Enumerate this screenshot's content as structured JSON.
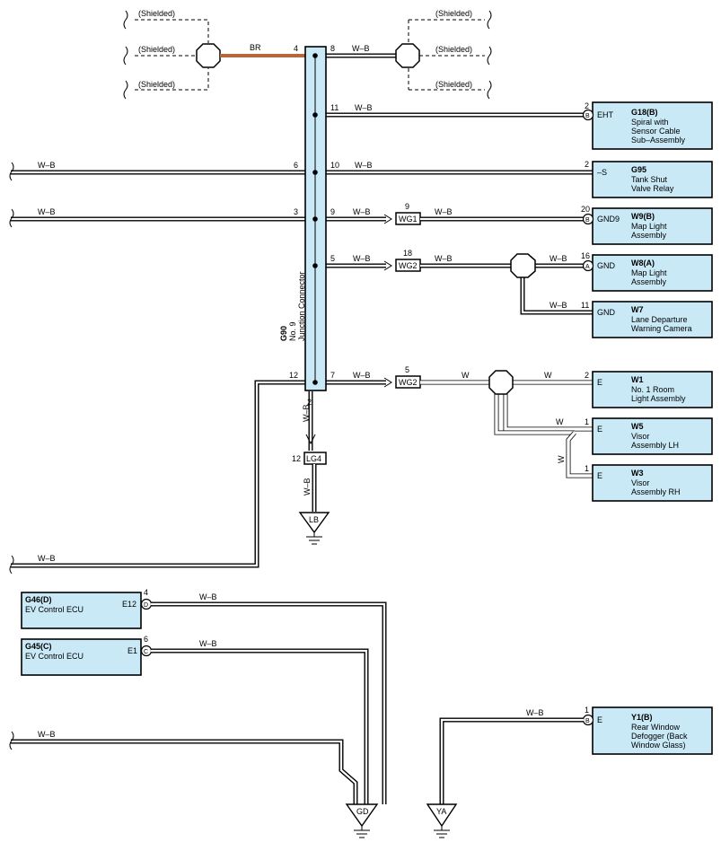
{
  "shielded_label": "(Shielded)",
  "junction": {
    "code": "G90",
    "name": "No. 9",
    "desc": "Junction Connector"
  },
  "wires": {
    "br": "BR",
    "wb": "W–B",
    "w": "W"
  },
  "pins": {
    "p4": "4",
    "p8": "8",
    "p11": "11",
    "p6": "6",
    "p10": "10",
    "p3": "3",
    "p9": "9",
    "p5": "5",
    "p12": "12",
    "p7": "7",
    "p2": "2",
    "g18": "2",
    "g95": "2",
    "w9": "20",
    "w8": "16",
    "w7": "11",
    "w1": "2",
    "w5": "1",
    "w3": "1",
    "wg1": "9",
    "wg2a": "18",
    "wg2b": "5",
    "lg4": "12",
    "g46": "4",
    "g45": "6",
    "y1": "1"
  },
  "inline_connectors": {
    "wg1": "WG1",
    "wg2a": "WG2",
    "wg2b": "WG2",
    "lg4": "LG4"
  },
  "grounds": {
    "lb": "LB",
    "gd": "GD",
    "ya": "YA"
  },
  "components": {
    "g18": {
      "code": "G18(B)",
      "l1": "Spiral with",
      "l2": "Sensor Cable",
      "l3": "Sub–Assembly",
      "term": "EHT",
      "letter": "B"
    },
    "g95": {
      "code": "G95",
      "l1": "Tank Shut",
      "l2": "Valve Relay",
      "term": "–S"
    },
    "w9": {
      "code": "W9(B)",
      "l1": "Map Light",
      "l2": "Assembly",
      "term": "GND9",
      "letter": "B"
    },
    "w8": {
      "code": "W8(A)",
      "l1": "Map Light",
      "l2": "Assembly",
      "term": "GND",
      "letter": "A"
    },
    "w7": {
      "code": "W7",
      "l1": "Lane Departure",
      "l2": "Warning Camera",
      "term": "GND"
    },
    "w1": {
      "code": "W1",
      "l1": "No.  1 Room",
      "l2": "Light Assembly",
      "term": "E"
    },
    "w5": {
      "code": "W5",
      "l1": "Visor",
      "l2": "Assembly LH",
      "term": "E"
    },
    "w3": {
      "code": "W3",
      "l1": "Visor",
      "l2": "Assembly RH",
      "term": "E"
    },
    "g46": {
      "code": "G46(D)",
      "l1": "EV Control ECU",
      "term": "E12",
      "letter": "D"
    },
    "g45": {
      "code": "G45(C)",
      "l1": "EV Control ECU",
      "term": "E1",
      "letter": "C"
    },
    "y1": {
      "code": "Y1(B)",
      "l1": "Rear Window",
      "l2": "Defogger (Back",
      "l3": "Window Glass)",
      "term": "E",
      "letter": "B"
    }
  }
}
